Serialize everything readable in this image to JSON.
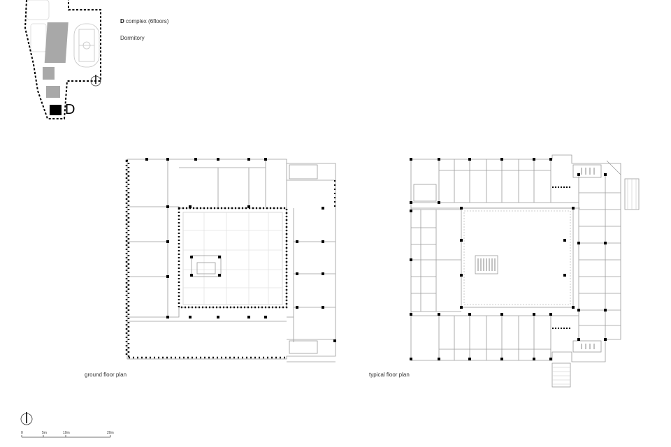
{
  "site": {
    "complex_letter": "D",
    "complex_suffix": "complex (6floors)",
    "function": "Dormitory",
    "marker_letter": "D"
  },
  "ground": {
    "caption": "ground floor plan"
  },
  "typical": {
    "caption": "typical floor plan"
  },
  "scale": {
    "ticks": [
      "0",
      "5m",
      "10m",
      "20m"
    ]
  }
}
